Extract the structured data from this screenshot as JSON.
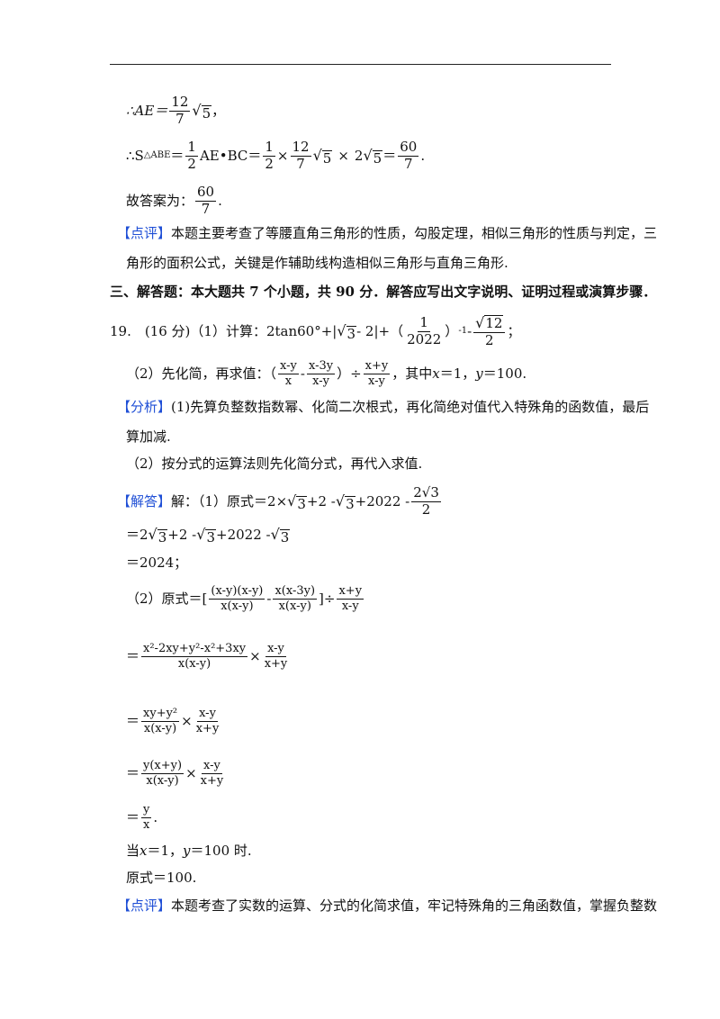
{
  "r1": {
    "a": "∴AE＝",
    "n": "12",
    "d": "7",
    "s": "5",
    "end": "，"
  },
  "r2": {
    "a": "∴",
    "b": "S",
    "sub": "△ABE",
    "c": "＝",
    "f1n": "1",
    "f1d": "2",
    "d": "AE•BC＝",
    "f2n": "1",
    "f2d": "2",
    "e": "×",
    "f3n": "12",
    "f3d": "7",
    "s1": "5",
    "g": "×",
    "h": "2",
    "s2": "5",
    "i": "＝",
    "f4n": "60",
    "f4d": "7",
    "end": "."
  },
  "r3": {
    "a": "故答案为：",
    "n": "60",
    "d": "7",
    "end": "."
  },
  "r4": {
    "tag": "【点评】",
    "text": "本题主要考查了等腰直角三角形的性质，勾股定理，相似三角形的性质与判定，三"
  },
  "r5": {
    "text": "角形的面积公式，关键是作辅助线构造相似三角形与直角三角形."
  },
  "r6": {
    "text": "三、解答题：本大题共 7 个小题，共 90 分．解答应写出文字说明、证明过程或演算步骤．"
  },
  "r7": {
    "a": "19.　(16 分)（1）计算：2tan60°+|",
    "s1": "3",
    "b": " - 2|+（",
    "n": "1",
    "d": "2022",
    "c": "）",
    "sup": "-1",
    "e": " - ",
    "fn": "12",
    "fd": "2",
    "end": "；"
  },
  "r8": {
    "a": "（2）先化简，再求值：（",
    "f1n": "x-y",
    "f1d": "x",
    "b": " - ",
    "f2n": "x-3y",
    "f2d": "x-y",
    "c": "）÷",
    "f3n": "x+y",
    "f3d": "x-y",
    "d": "，其中",
    "x": "x",
    "e": "＝1，",
    "y": "y",
    "f": "＝100."
  },
  "r9": {
    "tag": "【分析】",
    "text": "(1)先算负整数指数幂、化简二次根式，再化简绝对值代入特殊角的函数值，最后"
  },
  "r10": {
    "text": "算加减."
  },
  "r11": {
    "text": "（2）按分式的运算法则先化简分式，再代入求值."
  },
  "r12": {
    "tag": "【解答】",
    "a": "解：（1）原式＝2×",
    "s1": "3",
    "b": "+2 - ",
    "s2": "3",
    "c": "+2022 - ",
    "fn": "2√3",
    "fd": "2"
  },
  "r13": {
    "a": "＝2",
    "s1": "3",
    "b": "+2 - ",
    "s2": "3",
    "c": "+2022 - ",
    "s3": "3"
  },
  "r14": {
    "text": "＝2024；"
  },
  "r15": {
    "a": "（2）原式＝[",
    "f1n": "(x-y)(x-y)",
    "f1d": "x(x-y)",
    "b": " - ",
    "f2n": "x(x-3y)",
    "f2d": "x(x-y)",
    "c": "]÷",
    "f3n": "x+y",
    "f3d": "x-y"
  },
  "r16": {
    "a": "＝",
    "f1n": "x²-2xy+y²-x²+3xy",
    "f1d": "x(x-y)",
    "b": "×",
    "f2n": "x-y",
    "f2d": "x+y"
  },
  "r17": {
    "a": "＝",
    "f1n": "xy+y²",
    "f1d": "x(x-y)",
    "b": "×",
    "f2n": "x-y",
    "f2d": "x+y"
  },
  "r18": {
    "a": "＝",
    "f1n": "y(x+y)",
    "f1d": "x(x-y)",
    "b": "×",
    "f2n": "x-y",
    "f2d": "x+y"
  },
  "r19": {
    "a": "＝",
    "fn": "y",
    "fd": "x",
    "end": "."
  },
  "r20": {
    "a": "当",
    "x": "x",
    "b": "＝1，",
    "y": "y",
    "c": "＝100 时."
  },
  "r21": {
    "text": "原式＝100."
  },
  "r22": {
    "tag": "【点评】",
    "text": "本题考查了实数的运算、分式的化简求值，牢记特殊角的三角函数值，掌握负整数"
  }
}
